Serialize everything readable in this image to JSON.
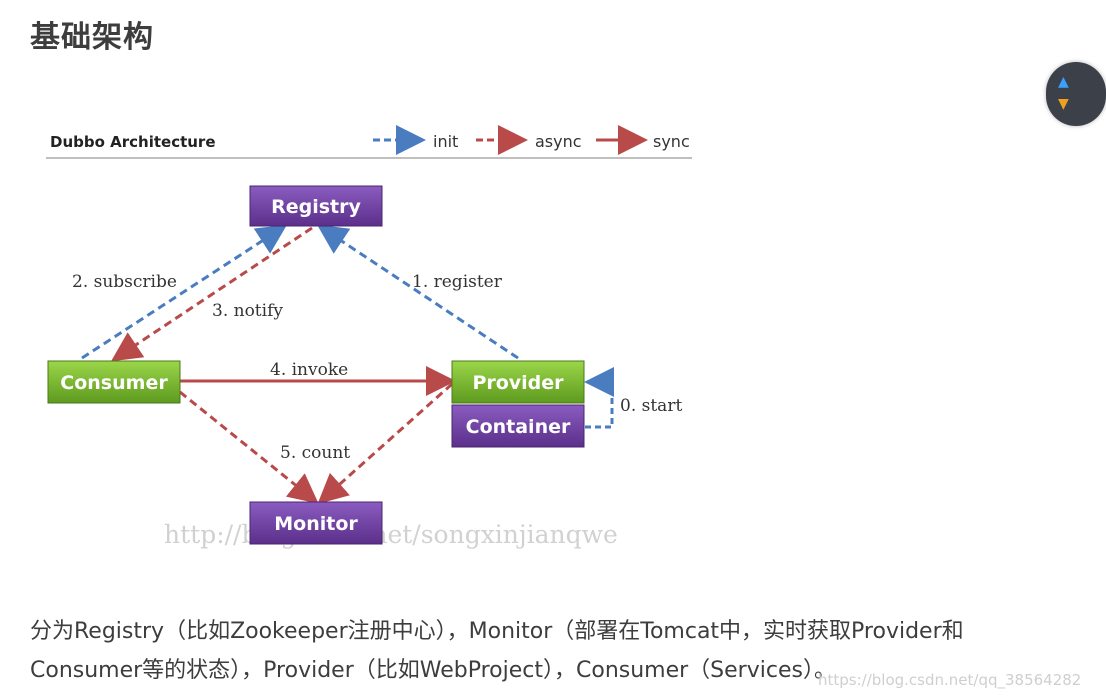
{
  "page": {
    "title": "基础架构",
    "description": "分为Registry（比如Zookeeper注册中心），Monitor（部署在Tomcat中，实时获取Provider和Consumer等的状态），Provider（比如WebProject），Consumer（Services）。",
    "footer_watermark": "https://blog.csdn.net/qq_38564282"
  },
  "diagram": {
    "title": "Dubbo Architecture",
    "legend": [
      {
        "label": "init",
        "style": "dashed",
        "color": "#4a7cc0"
      },
      {
        "label": "async",
        "style": "dashed",
        "color": "#b94a4a"
      },
      {
        "label": "sync",
        "style": "solid",
        "color": "#b94a4a"
      }
    ],
    "nodes": {
      "registry": "Registry",
      "consumer": "Consumer",
      "provider": "Provider",
      "container": "Container",
      "monitor": "Monitor"
    },
    "edges": {
      "start": "0. start",
      "register": "1. register",
      "subscribe": "2. subscribe",
      "notify": "3. notify",
      "invoke": "4. invoke",
      "count": "5. count"
    },
    "watermark": "http://blog.csdn.net/songxinjianqwe",
    "colors": {
      "purple": "#6a3d9a",
      "green": "#7ab82f",
      "blue": "#4a7cc0",
      "red": "#b94a4a"
    }
  }
}
